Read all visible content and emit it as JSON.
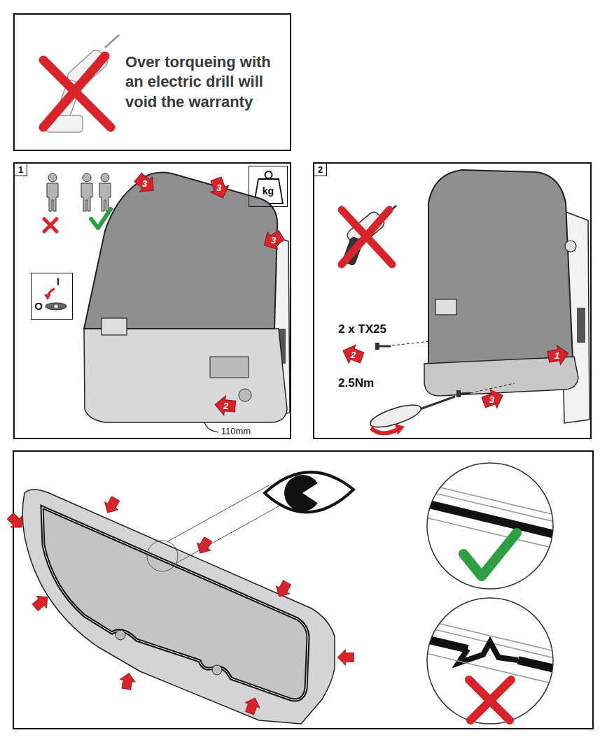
{
  "diagram": {
    "nodes": [
      {
        "text": [
          "Over torqueing with an electric drill will void the warranty"
        ]
      },
      {
        "text": [
          "1"
        ]
      },
      {
        "text": [
          "kg"
        ],
        "in": 1
      },
      {
        "text": [
          "I",
          "O"
        ],
        "in": 1
      },
      {
        "text": [
          "2"
        ]
      }
    ],
    "labels": [
      "3",
      "3",
      "3",
      "2",
      "110mm",
      "2 x TX25",
      "2",
      "2.5Nm",
      "1",
      "3"
    ]
  }
}
